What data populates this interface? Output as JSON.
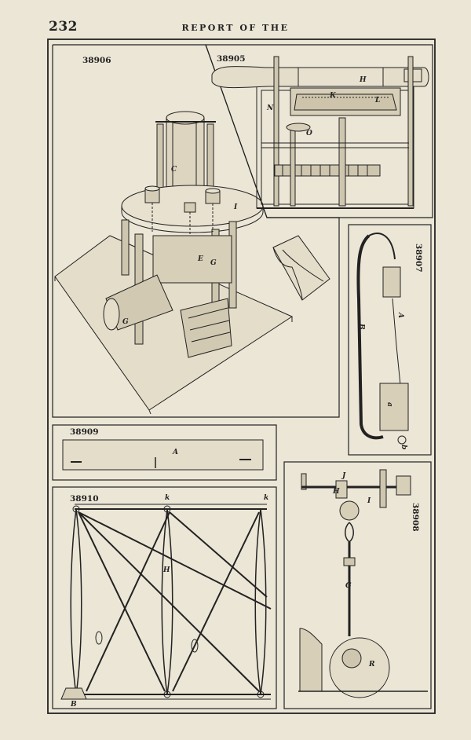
{
  "page": {
    "number": "232",
    "running_head": "REPORT OF THE"
  },
  "figures": {
    "f38906": {
      "number": "38906",
      "labels": [
        "C",
        "I",
        "E",
        "G",
        "G"
      ]
    },
    "f38905": {
      "number": "38905",
      "labels": [
        "H",
        "K",
        "L",
        "N",
        "O"
      ]
    },
    "detail_g": {
      "label": "G"
    },
    "f38907": {
      "number": "38907",
      "labels": [
        "A",
        "B",
        "a",
        "b"
      ]
    },
    "f38909": {
      "number": "38909",
      "labels": [
        "A"
      ]
    },
    "f38910": {
      "number": "38910",
      "labels": [
        "k",
        "k",
        "H",
        "B"
      ]
    },
    "f38908": {
      "number": "38908",
      "labels": [
        "J",
        "H",
        "I",
        "G",
        "R"
      ]
    }
  },
  "colors": {
    "paper": "#ece6d6",
    "ink": "#222222"
  }
}
